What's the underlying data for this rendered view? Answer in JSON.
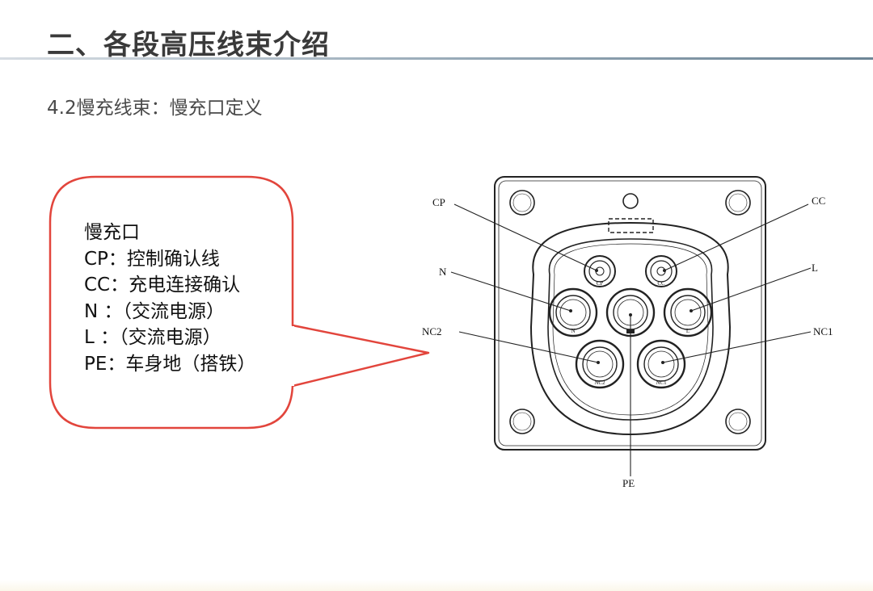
{
  "slide": {
    "title": "二、各段高压线束介绍",
    "subtitle": "4.2慢充线束：慢充口定义"
  },
  "callout": {
    "lines": [
      "慢充口",
      "CP：控制确认线",
      "CC：充电连接确认",
      "N ：（交流电源）",
      "L ：（交流电源）",
      "PE：车身地（搭铁）"
    ]
  },
  "diagram": {
    "labels": {
      "cp": "CP",
      "cc": "CC",
      "n": "N",
      "l": "L",
      "nc2": "NC2",
      "nc1": "NC1",
      "pe": "PE"
    },
    "colors": {
      "callout_border": "#e2453c",
      "line": "#222222"
    }
  }
}
